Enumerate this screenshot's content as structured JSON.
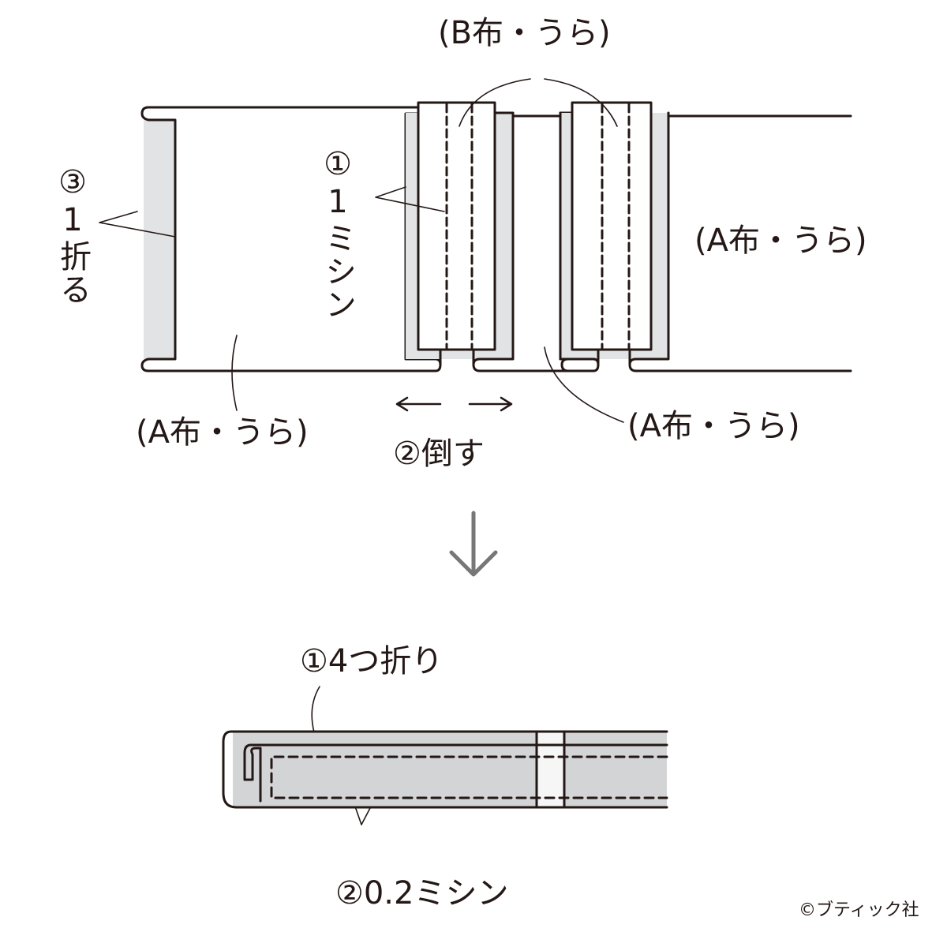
{
  "colors": {
    "line": "#231815",
    "fill_gray": "#e2e3e5",
    "arrow": "#777777"
  },
  "labels": {
    "b_fabric_back": "(B布・うら)",
    "a_fabric_back_right": "(A布・うら)",
    "a_fabric_back_left": "(A布・うら)",
    "a_fabric_back_middle": "(A布・うら)",
    "fold_down": "②倒す",
    "fold_1": "③1折る",
    "stitch_1": "①1ミシン",
    "fold_four": "①4つ折り",
    "stitch_02": "②0.2ミシン"
  },
  "copyright": "©ブティック社"
}
